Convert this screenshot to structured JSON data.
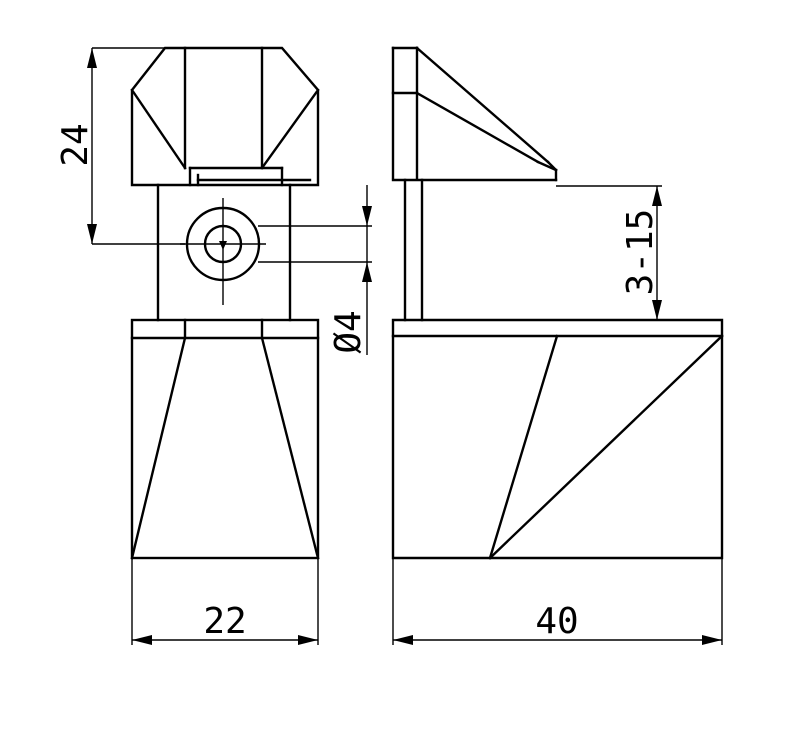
{
  "drawing": {
    "colors": {
      "ink": "#000000",
      "paper": "#ffffff"
    },
    "dimensions": {
      "front_height": "24",
      "hole_diameter": "Ø4",
      "front_width": "22",
      "side_width": "40",
      "gap_range": "3-15"
    }
  }
}
